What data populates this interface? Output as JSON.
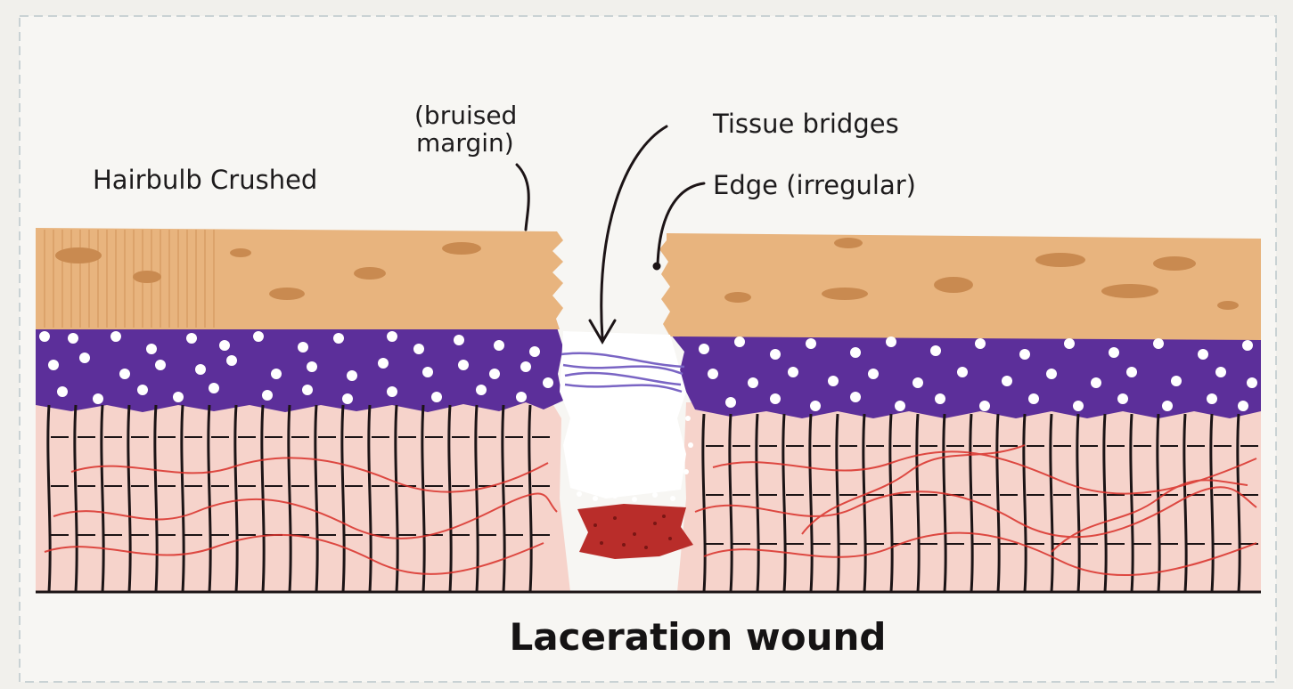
{
  "figure": {
    "title": "Laceration wound",
    "labels": {
      "hairbulb": "Hairbulb Crushed",
      "bruised_line1": "(bruised",
      "bruised_line2": "margin)",
      "tissue_bridges": "Tissue bridges",
      "edge": "Edge (irregular)"
    },
    "colors": {
      "epidermis": "#e8b47e",
      "epidermis_spots": "#c98a50",
      "dermis_purple": "#5c2f9a",
      "subcutis_pink": "#f6d3cb",
      "fibre_lines": "#1c1416",
      "vessels": "#d9302a",
      "clot": "#b92d2a",
      "tissue_bridge_strands": "#7a65c4"
    }
  }
}
